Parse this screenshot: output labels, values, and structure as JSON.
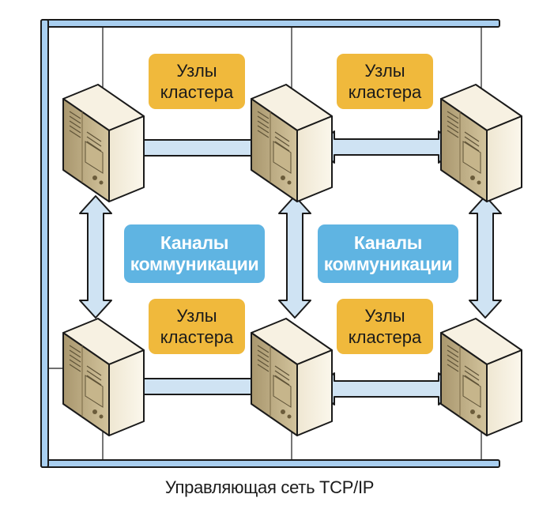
{
  "colors": {
    "bus_fill": "#a9cff0",
    "bus_stroke": "#1a1a1a",
    "arrow_fill": "#cfe3f3",
    "node_label_bg": "#f0b93c",
    "channel_label_bg": "#5fb4e2",
    "server_light": "#efe6cf",
    "server_mid": "#d8cba8",
    "server_dark": "#a9976e"
  },
  "node_labels": [
    {
      "line1": "Узлы",
      "line2": "кластера"
    },
    {
      "line1": "Узлы",
      "line2": "кластера"
    },
    {
      "line1": "Узлы",
      "line2": "кластера"
    },
    {
      "line1": "Узлы",
      "line2": "кластера"
    }
  ],
  "channel_labels": [
    {
      "line1": "Каналы",
      "line2": "коммуникации"
    },
    {
      "line1": "Каналы",
      "line2": "коммуникации"
    }
  ],
  "caption": "Управляющая сеть TCP/IP",
  "icons": {
    "server": "server-tower-icon",
    "link": "double-arrow-icon"
  }
}
